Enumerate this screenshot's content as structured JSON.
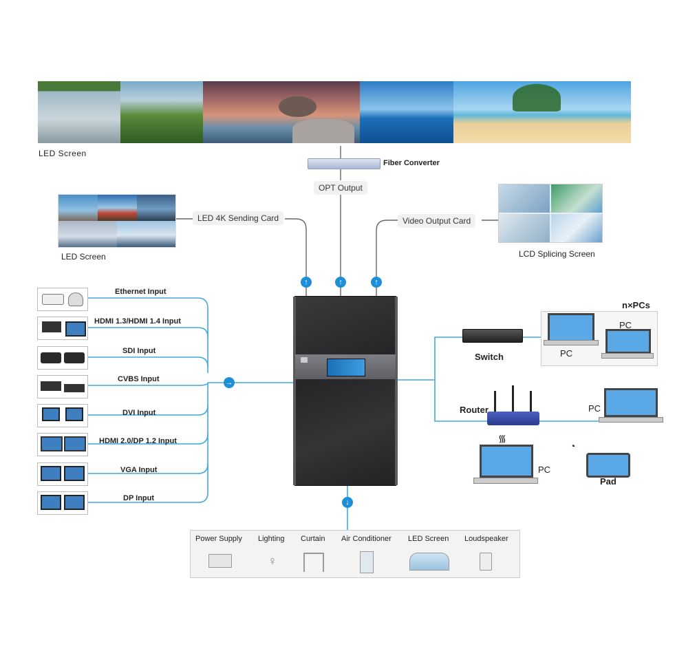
{
  "top_screen_label": "LED  Screen",
  "fiber_converter_label": "Fiber Converter",
  "opt_output_label": "OPT Output",
  "led_sending_card_label": "LED  4K Sending Card",
  "led_screen_left_label": "LED  Screen",
  "video_output_card_label": "Video Output Card",
  "lcd_splicing_label": "LCD Splicing Screen",
  "inputs": [
    "Ethernet Input",
    "HDMI 1.3/HDMI 1.4  Input",
    "SDI Input",
    "CVBS Input",
    "DVI Input",
    "HDMI 2.0/DP 1.2 Input",
    "VGA Input",
    "DP Input"
  ],
  "network": {
    "npcs_label": "n×PCs",
    "pc_label": "PC",
    "switch_label": "Switch",
    "router_label": "Router",
    "pad_label": "Pad"
  },
  "control_items": [
    "Power Supply",
    "Lighting",
    "Curtain",
    "Air Conditioner",
    "LED Screen",
    "Loudspeaker"
  ],
  "colors": {
    "line": "#3fa9df",
    "node": "#1e8fd6",
    "cabinet": "#2b2b2d",
    "sky": "#6fb6e6",
    "sand": "#e9cf98"
  }
}
